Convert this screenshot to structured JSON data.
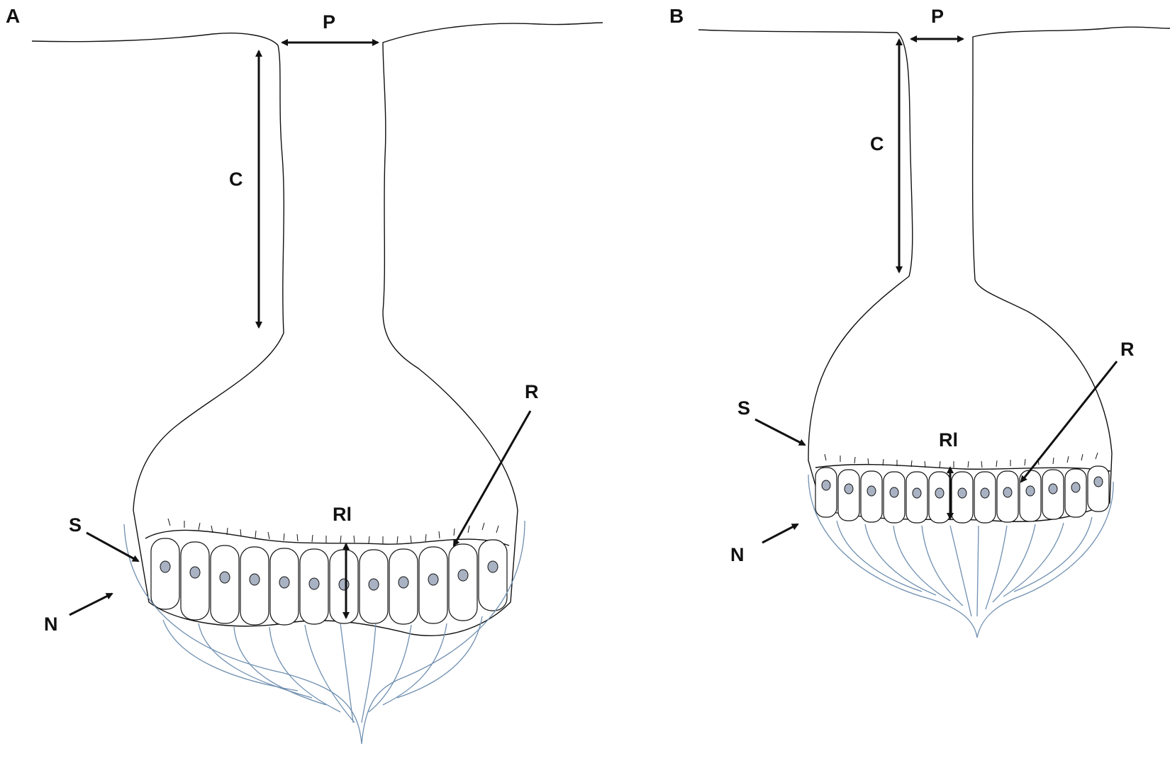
{
  "panels": [
    {
      "id": "A",
      "letter": "A",
      "labels": {
        "P": "P",
        "C": "C",
        "R": "R",
        "Rl": "Rl",
        "S": "S",
        "N": "N"
      }
    },
    {
      "id": "B",
      "letter": "B",
      "labels": {
        "P": "P",
        "C": "C",
        "R": "R",
        "Rl": "Rl",
        "S": "S",
        "N": "N"
      }
    }
  ],
  "colors": {
    "outline": "#111111",
    "nerve": "#6f8fb0",
    "cell_fill": "#ffffff",
    "nucleus": "#a9b2c3",
    "granule": "#c9955a"
  }
}
